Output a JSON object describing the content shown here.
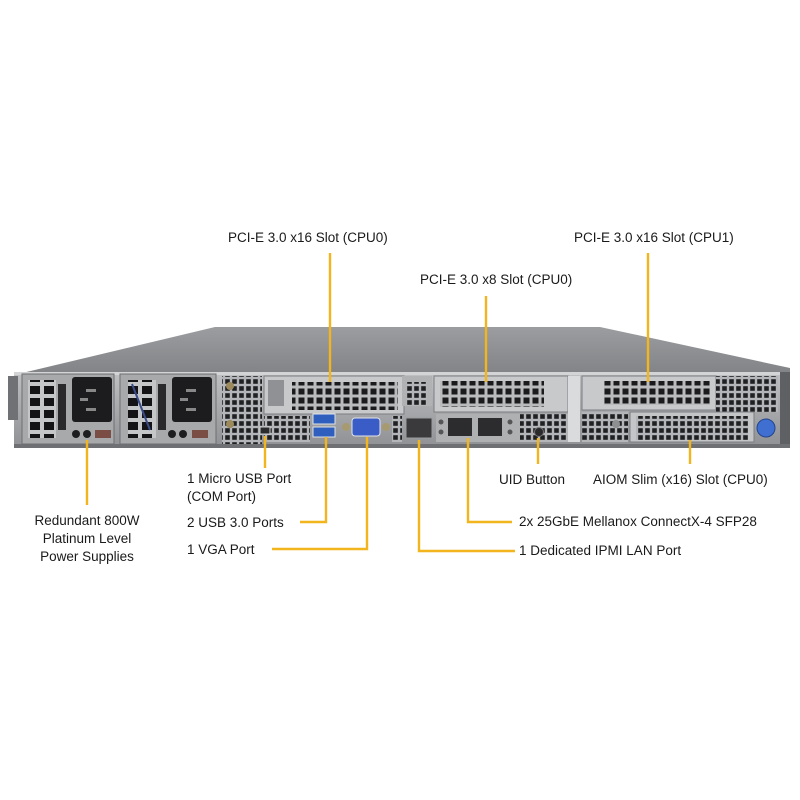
{
  "figure": {
    "subject": "1U rack server rear panel",
    "leader_color": "#f2b51d",
    "chassis_color": "#8a8c8f",
    "callouts": {
      "pcie_x16_cpu0": "PCI-E 3.0 x16 Slot (CPU0)",
      "pcie_x8_cpu0": "PCI-E 3.0 x8 Slot (CPU0)",
      "pcie_x16_cpu1": "PCI-E 3.0 x16 Slot (CPU1)",
      "psu_line1": "Redundant 800W",
      "psu_line2": "Platinum Level",
      "psu_line3": "Power Supplies",
      "micro_usb_line1": "1 Micro USB Port",
      "micro_usb_line2": "(COM Port)",
      "usb3": "2 USB 3.0 Ports",
      "vga": "1 VGA Port",
      "uid": "UID Button",
      "aiom": "AIOM Slim (x16) Slot (CPU0)",
      "sfp28": "2x 25GbE Mellanox ConnectX-4 SFP28",
      "ipmi": "1 Dedicated IPMI LAN Port"
    }
  }
}
